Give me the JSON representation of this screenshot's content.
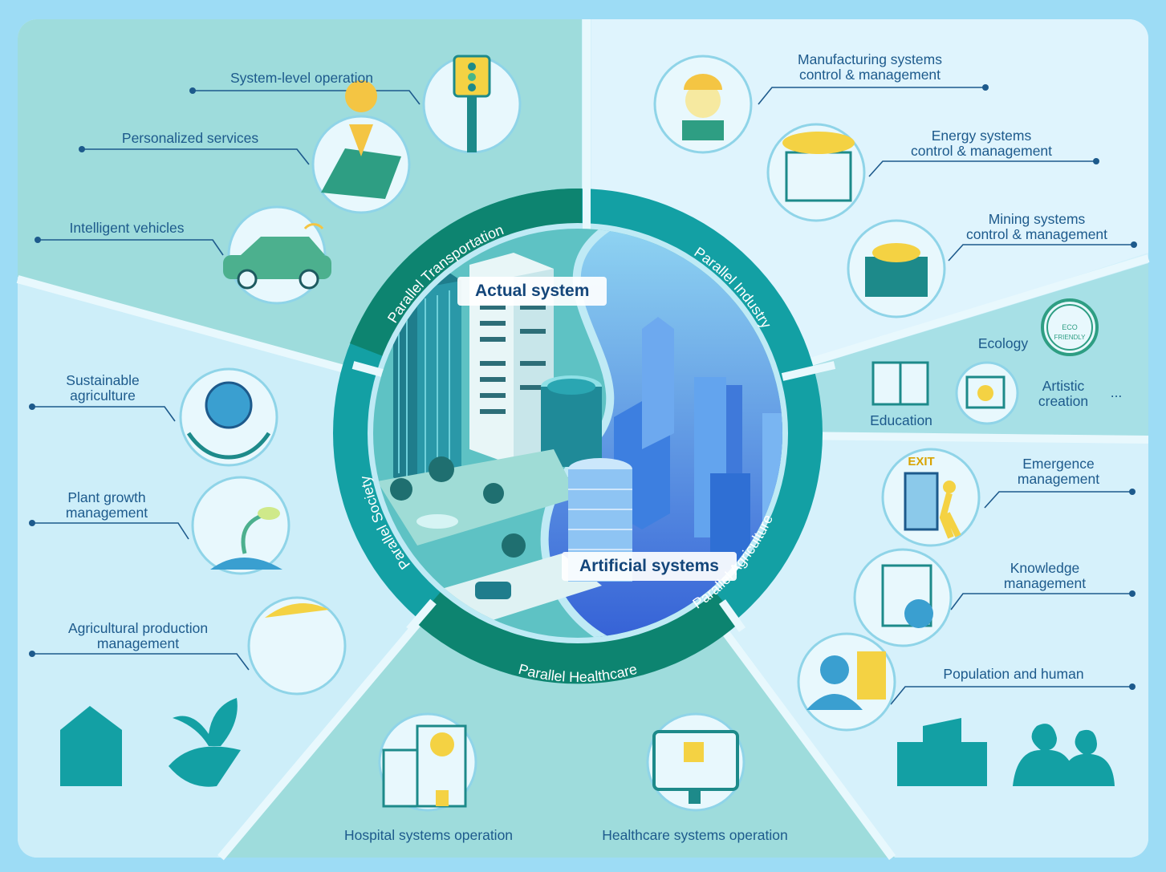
{
  "center": {
    "actual": "Actual system",
    "artificial": "Artificial systems"
  },
  "ring": {
    "transportation": "Parallel Transportation",
    "industry": "Parallel Industry",
    "agriculture": "Parallel Agriculture",
    "healthcare": "Parallel Healthcare",
    "society": "Parallel Society"
  },
  "transportation": {
    "items": [
      "System-level operation",
      "Personalized services",
      "Intelligent vehicles"
    ],
    "icons": [
      "traffic-light-icon",
      "map-pin-icon",
      "connected-car-icon"
    ]
  },
  "industry": {
    "items": [
      [
        "Manufacturing systems",
        "control & management"
      ],
      [
        "Energy systems",
        "control & management"
      ],
      [
        "Mining systems",
        "control & management"
      ]
    ],
    "icons": [
      "engineer-icon",
      "factory-icon",
      "mining-cart-icon"
    ]
  },
  "other": {
    "ecology": "Ecology",
    "education": "Education",
    "artistic": [
      "Artistic",
      "creation"
    ],
    "ellipsis": "...",
    "badge": [
      "ECO",
      "FRIENDLY"
    ]
  },
  "agriculture": {
    "items": [
      [
        "Sustainable",
        "agriculture"
      ],
      [
        "Plant growth",
        "management"
      ],
      [
        "Agricultural production",
        "management"
      ]
    ],
    "icons": [
      "globe-hands-icon",
      "shovel-sprout-icon",
      "watering-plants-icon"
    ]
  },
  "society": {
    "items": [
      [
        "Emergence",
        "management"
      ],
      [
        "Knowledge",
        "management"
      ],
      [
        "Population and human"
      ]
    ],
    "exit_sign": "EXIT",
    "icons": [
      "exit-door-icon",
      "knowledge-gear-icon",
      "person-profile-icon"
    ]
  },
  "healthcare": {
    "items": [
      "Hospital systems operation",
      "Healthcare systems operation"
    ],
    "icons": [
      "hospital-icon",
      "monitor-medical-icon"
    ]
  },
  "colors": {
    "ring_dark": "#0d8470",
    "ring_mid": "#13a0a4",
    "text": "#1d5a8c",
    "background": "#9ddcf5"
  }
}
